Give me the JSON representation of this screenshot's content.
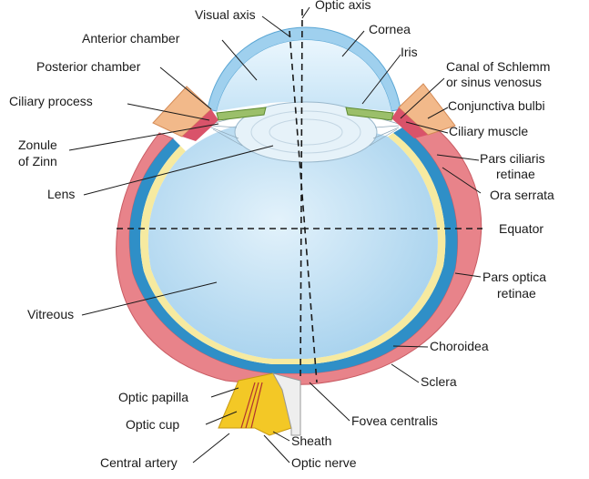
{
  "labels": {
    "visual_axis": "Visual axis",
    "optic_axis": "Optic axis",
    "anterior_chamber": "Anterior chamber",
    "cornea": "Cornea",
    "posterior_chamber": "Posterior chamber",
    "iris": "Iris",
    "canal_line1": "Canal of Schlemm",
    "canal_line2": "or sinus venosus",
    "ciliary_process": "Ciliary process",
    "conjunctiva_bulbi": "Conjunctiva bulbi",
    "ciliary_muscle": "Ciliary muscle",
    "zonule_line1": "Zonule",
    "zonule_line2": "of Zinn",
    "pars_ciliaris_line1": "Pars ciliaris",
    "pars_ciliaris_line2": "retinae",
    "lens": "Lens",
    "ora_serrata": "Ora serrata",
    "equator": "Equator",
    "pars_optica_line1": "Pars optica",
    "pars_optica_line2": "retinae",
    "vitreous": "Vitreous",
    "choroidea": "Choroidea",
    "sclera": "Sclera",
    "optic_papilla": "Optic papilla",
    "fovea_centralis": "Fovea centralis",
    "optic_cup": "Optic cup",
    "sheath": "Sheath",
    "central_artery": "Central artery",
    "optic_nerve": "Optic nerve"
  },
  "colors": {
    "sclera": "#e8838a",
    "choroid": "#2f8fc7",
    "retina": "#f6eaa0",
    "vitreous": "#bfe0f3",
    "cornea": "#d6ecf8",
    "lens": "#e6f2f9",
    "iris": "#9bbf6a",
    "conjunctiva": "#f2b98a",
    "optic_nerve": "#f3c826"
  }
}
